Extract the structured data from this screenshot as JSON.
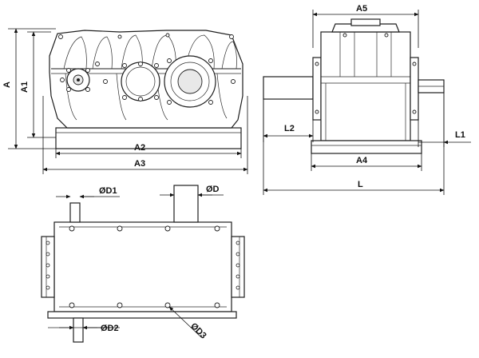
{
  "labels": {
    "A": "A",
    "A1": "A1",
    "A2": "A2",
    "A3": "A3",
    "A4": "A4",
    "A5": "A5",
    "L": "L",
    "L1": "L1",
    "L2": "L2",
    "D": "ØD",
    "D1": "ØD1",
    "D2": "ØD2",
    "D3": "ØD3"
  }
}
